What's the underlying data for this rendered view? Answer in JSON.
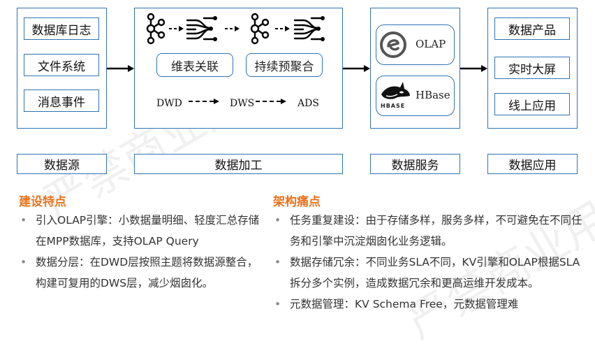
{
  "sources": {
    "items": [
      "数据库日志",
      "文件系统",
      "消息事件"
    ],
    "label": "数据源"
  },
  "processing": {
    "tags": [
      "维表关联",
      "持续预聚合"
    ],
    "layers": [
      "DWD",
      "DWS",
      "ADS"
    ],
    "label": "数据加工"
  },
  "services": {
    "olap": "OLAP",
    "hbase": "HBase",
    "hbase_logo_text": "HBASE",
    "label": "数据服务"
  },
  "apps": {
    "items": [
      "数据产品",
      "实时大屏",
      "线上应用"
    ],
    "label": "数据应用"
  },
  "features": {
    "title": "建设特点",
    "bullets": [
      "引入OLAP引擎：小数据量明细、轻度汇总存储在MPP数据库，支持OLAP Query",
      "数据分层：在DWD层按照主题将数据源整合，构建可复用的DWS层，减少烟囱化。"
    ]
  },
  "pain_points": {
    "title": "架构痛点",
    "bullets": [
      "任务重复建设：由于存储多样，服务多样，不可避免在不同任务和引擎中沉淀烟囱化业务逻辑。",
      "数据存储冗余：不同业务SLA不同，KV引擎和OLAP根据SLA拆分多个实例，造成数据冗余和更高运维开发成本。",
      "元数据管理：KV Schema Free，元数据管理难"
    ]
  },
  "colors": {
    "border": "#2f74b5",
    "accent": "#e8731e",
    "arrow": "#000000"
  },
  "icons": [
    "kafka-icon",
    "flink-stream-icon",
    "olap-engine-icon",
    "hbase-orca-icon"
  ]
}
